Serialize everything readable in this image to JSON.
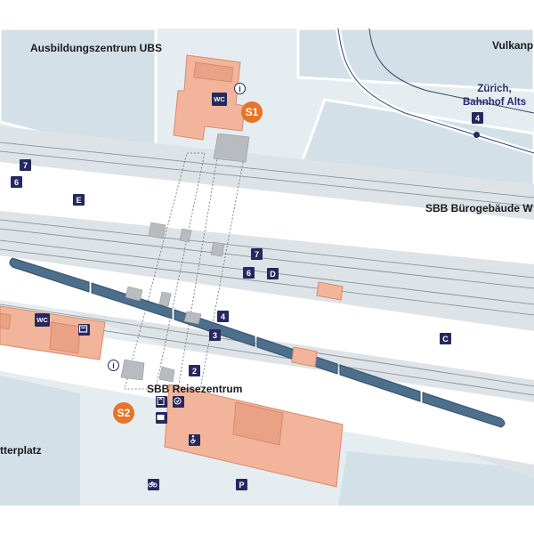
{
  "labels": {
    "ausbildungszentrum": "Ausbildungszentrum UBS",
    "vulkanplatz": "Vulkanp",
    "zurich_line1": "Zürich,",
    "zurich_line2": "Bahnhof Alts",
    "buerogebaeude": "SBB Bürogebäude W",
    "reisezentrum": "SBB Reisezentrum",
    "platz": "tterplatz"
  },
  "stops": {
    "s1": "S1",
    "s2": "S2"
  },
  "markers": {
    "wc_top": "WC",
    "info_top": "i",
    "stop_4_top": "4",
    "n7_left": "7",
    "n6_left": "6",
    "e_left": "E",
    "n7_mid": "7",
    "n6_mid": "6",
    "d_mid": "D",
    "n4_mid": "4",
    "n3_mid": "3",
    "c_right": "C",
    "wc_left": "WC",
    "info_bottom": "i",
    "n2_bottom": "2",
    "parking": "P"
  },
  "icons": {
    "ticket_machine": "ticket-machine-icon",
    "bicycle": "bicycle-icon",
    "elevator": "elevator-icon",
    "shop": "shop-icon",
    "wheelchair": "wheelchair-icon"
  },
  "colors": {
    "building_fill": "#f2b59c",
    "building_stroke": "#d98a6a",
    "platform": "#ffffff",
    "track_area": "#dde3e6",
    "train": "#4d6f8c",
    "stop_badge": "#e8732a",
    "marker": "#26285e"
  }
}
